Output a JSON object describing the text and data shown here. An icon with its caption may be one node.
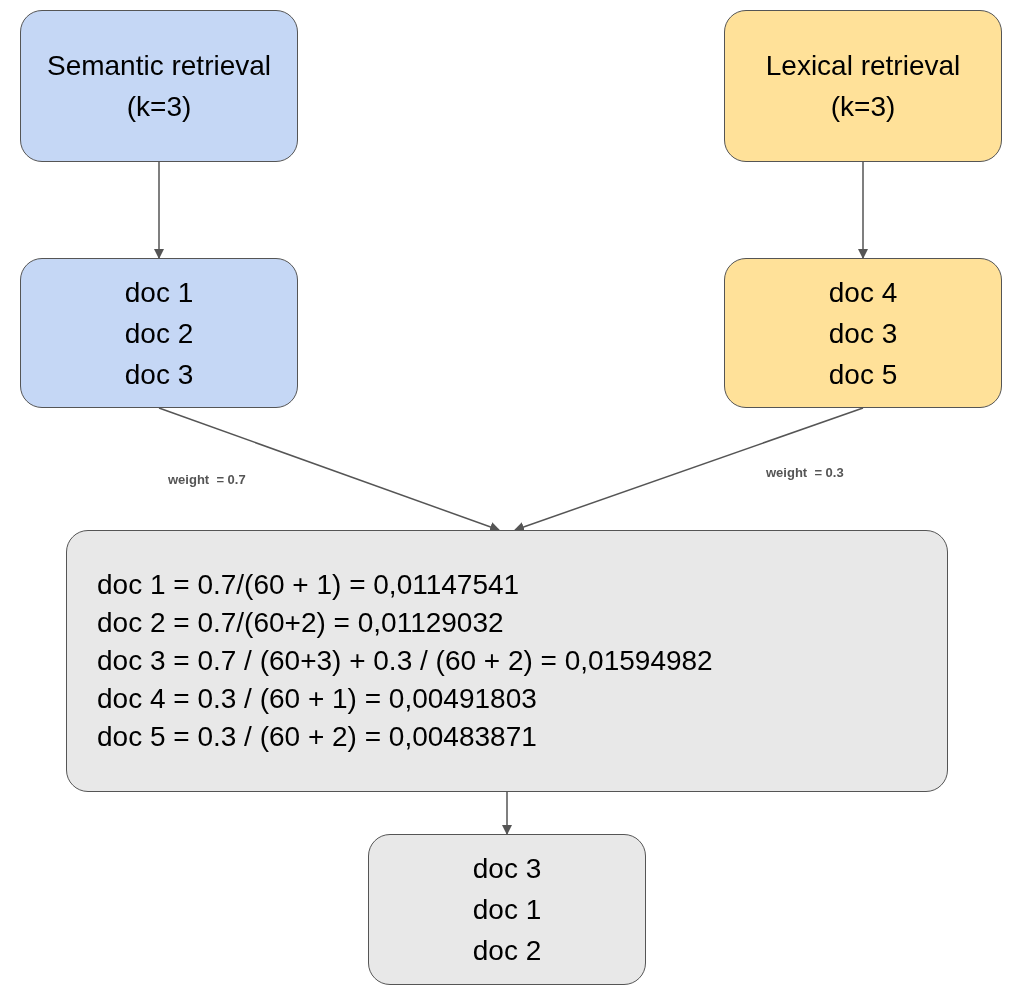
{
  "diagram": {
    "nodes": [
      {
        "text": [
          "Semantic retrieval (k=3)"
        ]
      },
      {
        "text": [
          "Lexical retrieval (k=3)"
        ]
      },
      {
        "text": [
          "doc 1",
          "doc 2",
          "doc 3"
        ]
      },
      {
        "text": [
          "doc 4",
          "doc 3",
          "doc 5"
        ]
      },
      {
        "text": [
          "doc 1 = 0.7/(60 + 1) = 0,01147541",
          "doc 2 = 0.7/(60+2) = 0,01129032",
          "doc 3 = 0.7 / (60+3) + 0.3 / (60 + 2) = 0,01594982",
          "doc 4 = 0.3 / (60 + 1) = 0,00491803",
          "doc 5 = 0.3 / (60 + 2) = 0,00483871"
        ]
      },
      {
        "text": [
          "doc 3",
          "doc 1",
          "doc 2"
        ]
      }
    ],
    "edges": [
      {
        "from": 0,
        "to": 2,
        "arrow": "to"
      },
      {
        "from": 1,
        "to": 3,
        "arrow": "to"
      },
      {
        "from": 2,
        "to": 4,
        "arrow": "to",
        "label": "weight  = 0.7"
      },
      {
        "from": 3,
        "to": 4,
        "arrow": "to",
        "label": "weight  = 0.3"
      },
      {
        "from": 4,
        "to": 5,
        "arrow": "to"
      }
    ]
  }
}
